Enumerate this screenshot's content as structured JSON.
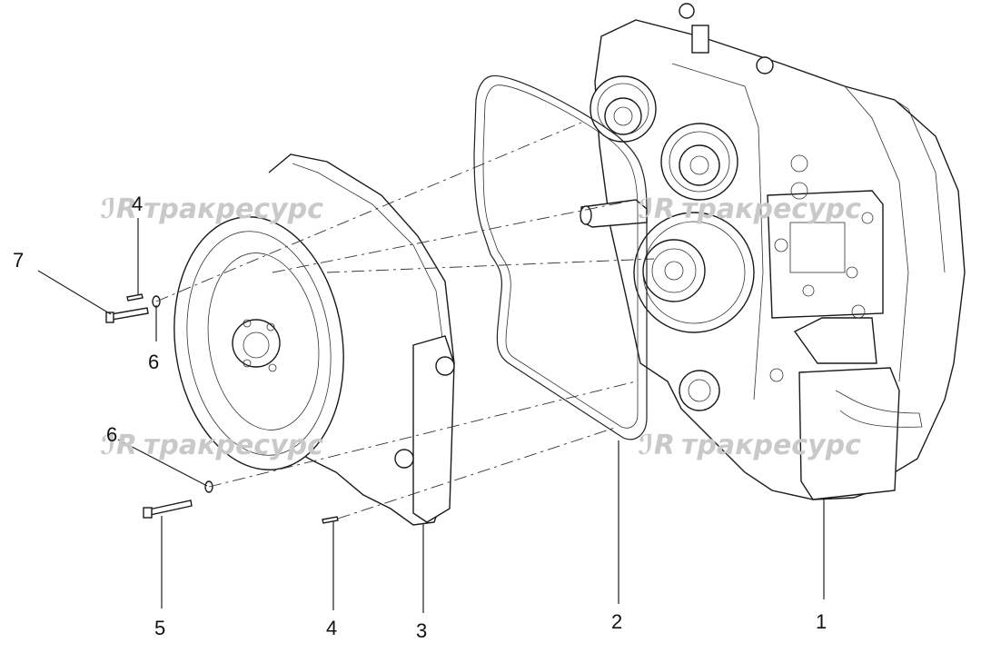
{
  "watermark": {
    "text": "тракресурс",
    "logo": "TR"
  },
  "callouts": {
    "c1": "1",
    "c2": "2",
    "c3": "3",
    "c4a": "4",
    "c4b": "4",
    "c5": "5",
    "c6a": "6",
    "c6b": "6",
    "c7": "7"
  },
  "colors": {
    "line": "#1a1a1a",
    "watermark": "#c9c9c9",
    "background": "#ffffff"
  }
}
